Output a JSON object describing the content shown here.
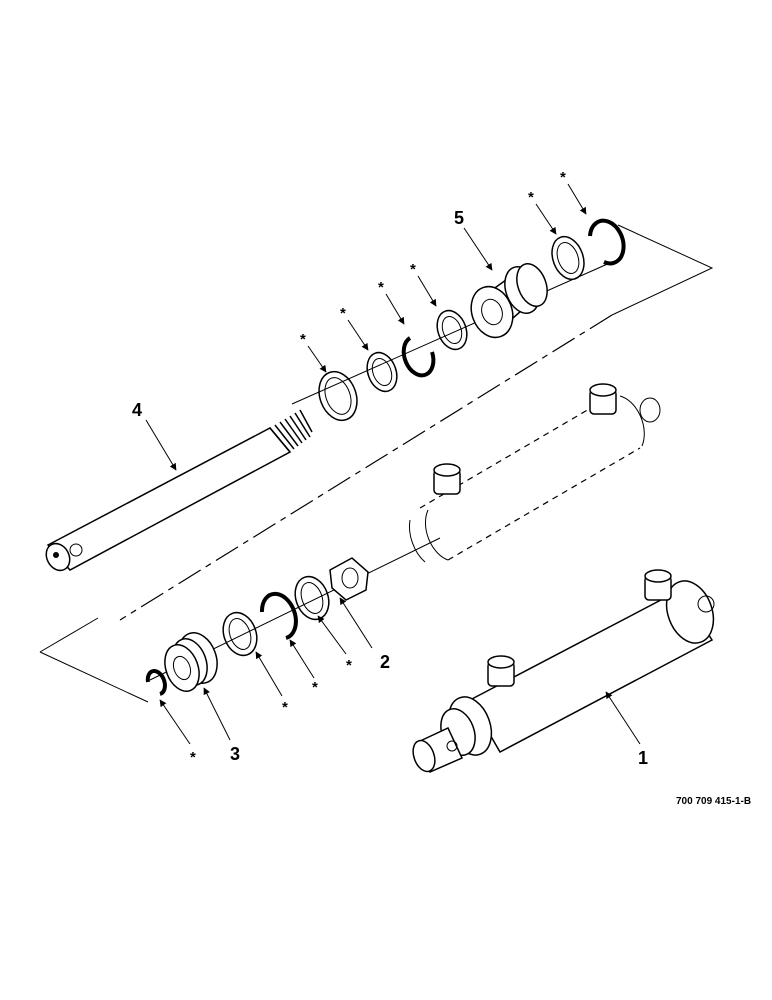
{
  "callouts": {
    "item1": "1",
    "item2": "2",
    "item3": "3",
    "item4": "4",
    "item5": "5"
  },
  "star_marker": "*",
  "drawing_number": "700 709 415-1-B"
}
